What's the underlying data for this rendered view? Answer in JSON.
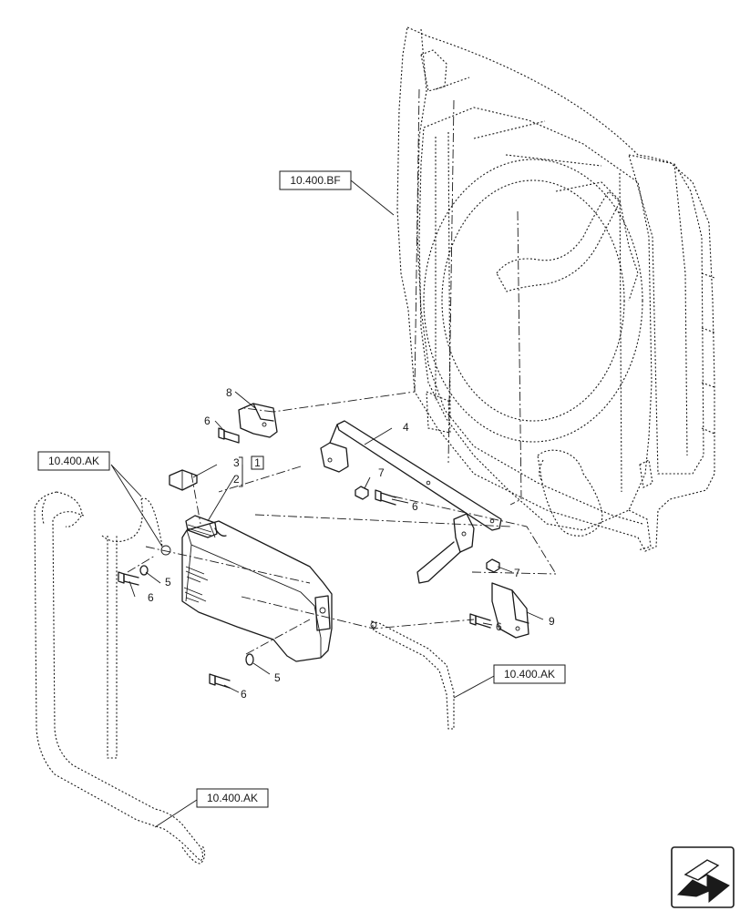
{
  "references": {
    "bf_top": "10.400.BF",
    "ak_left": "10.400.AK",
    "ak_right": "10.400.AK",
    "ak_bottom": "10.400.AK"
  },
  "callouts": {
    "c1": "1",
    "c2": "2",
    "c3": "3",
    "c4": "4",
    "c5a": "5",
    "c5b": "5",
    "c6a": "6",
    "c6b": "6",
    "c6c": "6",
    "c6d": "6",
    "c7a": "7",
    "c7b": "7",
    "c8": "8",
    "c9": "9"
  },
  "icons": {
    "nav": "next-page-arrow-icon"
  }
}
